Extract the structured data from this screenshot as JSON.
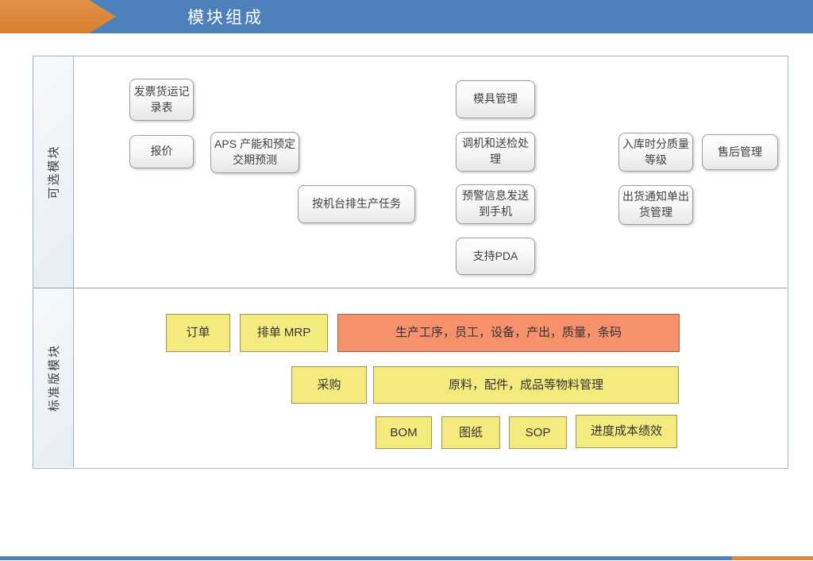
{
  "slide": {
    "title": "模块组成"
  },
  "sections": {
    "optional": {
      "label": "可选模块",
      "boxes": [
        {
          "label": "发票货运记录表"
        },
        {
          "label": "报价"
        },
        {
          "label": "APS 产能和预定交期预测"
        },
        {
          "label": "按机台排生产任务"
        },
        {
          "label": "模具管理"
        },
        {
          "label": "调机和送检处理"
        },
        {
          "label": "预警信息发送到手机"
        },
        {
          "label": "支持PDA"
        },
        {
          "label": "入库时分质量等级"
        },
        {
          "label": "售后管理"
        },
        {
          "label": "出货通知单出货管理"
        }
      ]
    },
    "standard": {
      "label": "标准版模块",
      "boxes": [
        {
          "label": "订单",
          "style": "yellow"
        },
        {
          "label": "排单 MRP",
          "style": "yellow"
        },
        {
          "label": "生产工序，员工，设备，产出，质量，条码",
          "style": "orange"
        },
        {
          "label": "采购",
          "style": "yellow"
        },
        {
          "label": "原料，配件，成品等物料管理",
          "style": "yellow"
        },
        {
          "label": "BOM",
          "style": "yellow"
        },
        {
          "label": "图纸",
          "style": "yellow"
        },
        {
          "label": "SOP",
          "style": "yellow"
        },
        {
          "label": "进度成本绩效",
          "style": "yellow"
        }
      ]
    }
  },
  "colors": {
    "header_blue": "#4E80BC",
    "accent_orange": "#D98A3F",
    "optional_box_border": "#9E9E9E",
    "standard_yellow_fill": "#F5EA7D",
    "standard_orange_fill": "#F6916C",
    "frame_border": "#9FB6C9"
  }
}
